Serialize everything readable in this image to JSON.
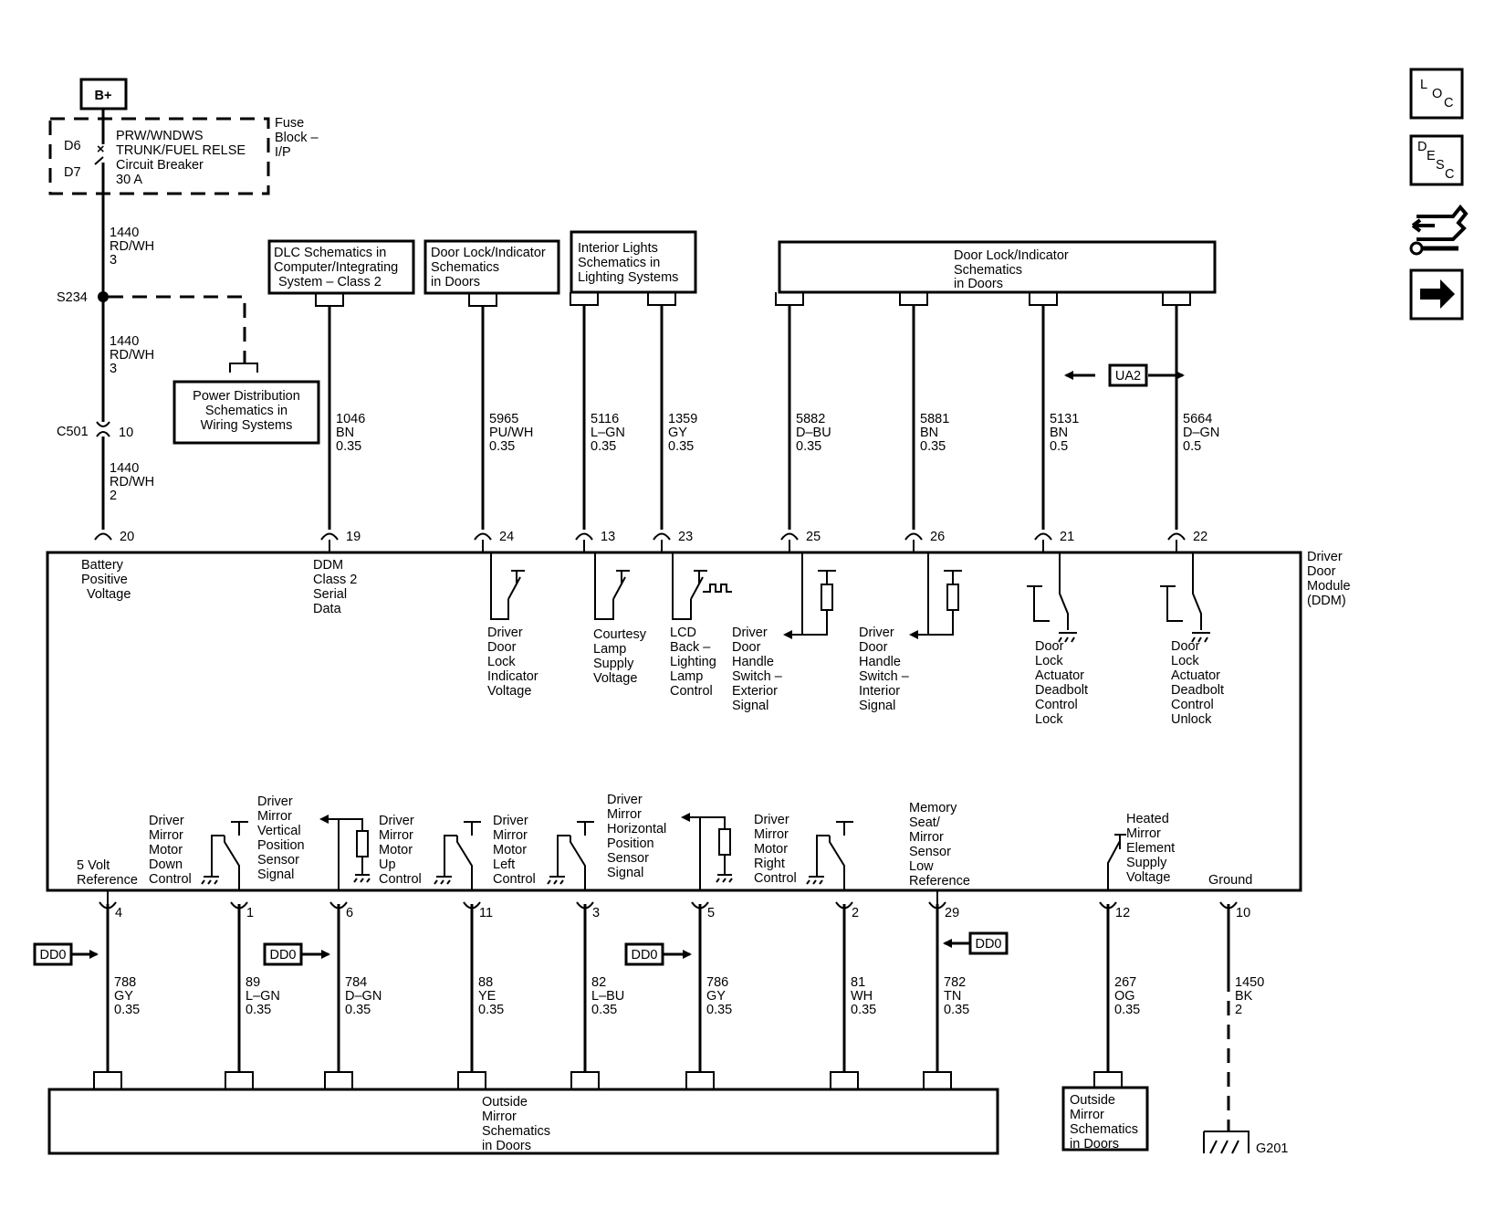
{
  "power": {
    "bplus": "B+",
    "fuse_block": [
      "Fuse",
      "Block –",
      "I/P"
    ],
    "circuit_breaker": [
      "PRW/WNDWS",
      "TRUNK/FUEL RELSE",
      "Circuit Breaker",
      "30 A"
    ],
    "terminal_d6": "D6",
    "terminal_d7": "D7",
    "wire_a": [
      "1440",
      "RD/WH",
      "3"
    ],
    "splice": "S234",
    "wire_b": [
      "1440",
      "RD/WH",
      "3"
    ],
    "connector": "C501",
    "connector_pin": "10",
    "wire_c": [
      "1440",
      "RD/WH",
      "2"
    ],
    "power_dist": [
      "Power Distribution",
      "Schematics in",
      "Wiring Systems"
    ]
  },
  "top_refs": {
    "dlc": [
      "DLC Schematics in",
      "Computer/Integrating",
      "System – Class 2"
    ],
    "door_lock_1": [
      "Door Lock/Indicator",
      "Schematics",
      "in Doors"
    ],
    "interior_lights": [
      "Interior Lights",
      "Schematics in",
      "Lighting Systems"
    ],
    "door_lock_2": [
      "Door Lock/Indicator",
      "Schematics",
      "in Doors"
    ]
  },
  "top_wires": [
    {
      "circuit": "1046",
      "color": "BN",
      "size": "0.35",
      "pin": "19"
    },
    {
      "circuit": "5965",
      "color": "PU/WH",
      "size": "0.35",
      "pin": "24"
    },
    {
      "circuit": "5116",
      "color": "L–GN",
      "size": "0.35",
      "pin": "13"
    },
    {
      "circuit": "1359",
      "color": "GY",
      "size": "0.35",
      "pin": "23"
    },
    {
      "circuit": "5882",
      "color": "D–BU",
      "size": "0.35",
      "pin": "25"
    },
    {
      "circuit": "5881",
      "color": "BN",
      "size": "0.35",
      "pin": "26"
    },
    {
      "circuit": "5131",
      "color": "BN",
      "size": "0.5",
      "pin": "21"
    },
    {
      "circuit": "5664",
      "color": "D–GN",
      "size": "0.5",
      "pin": "22"
    }
  ],
  "battery_pin": "20",
  "ua2": "UA2",
  "module": {
    "name": [
      "Driver",
      "Door",
      "Module",
      "(DDM)"
    ],
    "battery_label": [
      "Battery",
      "Positive",
      "Voltage"
    ],
    "ddm_label": [
      "DDM",
      "Class 2",
      "Serial",
      "Data"
    ],
    "door_lock_ind": [
      "Driver",
      "Door",
      "Lock",
      "Indicator",
      "Voltage"
    ],
    "courtesy": [
      "Courtesy",
      "Lamp",
      "Supply",
      "Voltage"
    ],
    "lcd": [
      "LCD",
      "Back –",
      "Lighting",
      "Lamp",
      "Control"
    ],
    "handle_ext": [
      "Driver",
      "Door",
      "Handle",
      "Switch –",
      "Exterior",
      "Signal"
    ],
    "handle_int": [
      "Driver",
      "Door",
      "Handle",
      "Switch –",
      "Interior",
      "Signal"
    ],
    "actuator_lock": [
      "Door",
      "Lock",
      "Actuator",
      "Deadbolt",
      "Control",
      "Lock"
    ],
    "actuator_unlock": [
      "Door",
      "Lock",
      "Actuator",
      "Deadbolt",
      "Control",
      "Unlock"
    ],
    "ref5v": [
      "5 Volt",
      "Reference"
    ],
    "motor_down": [
      "Driver",
      "Mirror",
      "Motor",
      "Down",
      "Control"
    ],
    "vert_pos": [
      "Driver",
      "Mirror",
      "Vertical",
      "Position",
      "Sensor",
      "Signal"
    ],
    "motor_up": [
      "Driver",
      "Mirror",
      "Motor",
      "Up",
      "Control"
    ],
    "motor_left": [
      "Driver",
      "Mirror",
      "Motor",
      "Left",
      "Control"
    ],
    "horiz_pos": [
      "Driver",
      "Mirror",
      "Horizontal",
      "Position",
      "Sensor",
      "Signal"
    ],
    "motor_right": [
      "Driver",
      "Mirror",
      "Motor",
      "Right",
      "Control"
    ],
    "memory": [
      "Memory",
      "Seat/",
      "Mirror",
      "Sensor",
      "Low",
      "Reference"
    ],
    "heated": [
      "Heated",
      "Mirror",
      "Element",
      "Supply",
      "Voltage"
    ],
    "ground": "Ground"
  },
  "bottom_wires": [
    {
      "circuit": "788",
      "color": "GY",
      "size": "0.35",
      "pin": "4"
    },
    {
      "circuit": "89",
      "color": "L–GN",
      "size": "0.35",
      "pin": "1"
    },
    {
      "circuit": "784",
      "color": "D–GN",
      "size": "0.35",
      "pin": "6"
    },
    {
      "circuit": "88",
      "color": "YE",
      "size": "0.35",
      "pin": "11"
    },
    {
      "circuit": "82",
      "color": "L–BU",
      "size": "0.35",
      "pin": "3"
    },
    {
      "circuit": "786",
      "color": "GY",
      "size": "0.35",
      "pin": "5"
    },
    {
      "circuit": "81",
      "color": "WH",
      "size": "0.35",
      "pin": "2"
    },
    {
      "circuit": "782",
      "color": "TN",
      "size": "0.35",
      "pin": "29"
    },
    {
      "circuit": "267",
      "color": "OG",
      "size": "0.35",
      "pin": "12"
    },
    {
      "circuit": "1450",
      "color": "BK",
      "size": "2",
      "pin": "10"
    }
  ],
  "dd0": "DD0",
  "bottom_refs": {
    "outside_mirror_big": [
      "Outside",
      "Mirror",
      "Schematics",
      "in Doors"
    ],
    "outside_mirror_small": [
      "Outside",
      "Mirror",
      "Schematics",
      "in Doors"
    ]
  },
  "ground_id": "G201",
  "nav": {
    "loc": [
      "L",
      "O",
      "C"
    ],
    "desc": [
      "D",
      "E",
      "S",
      "C"
    ]
  }
}
